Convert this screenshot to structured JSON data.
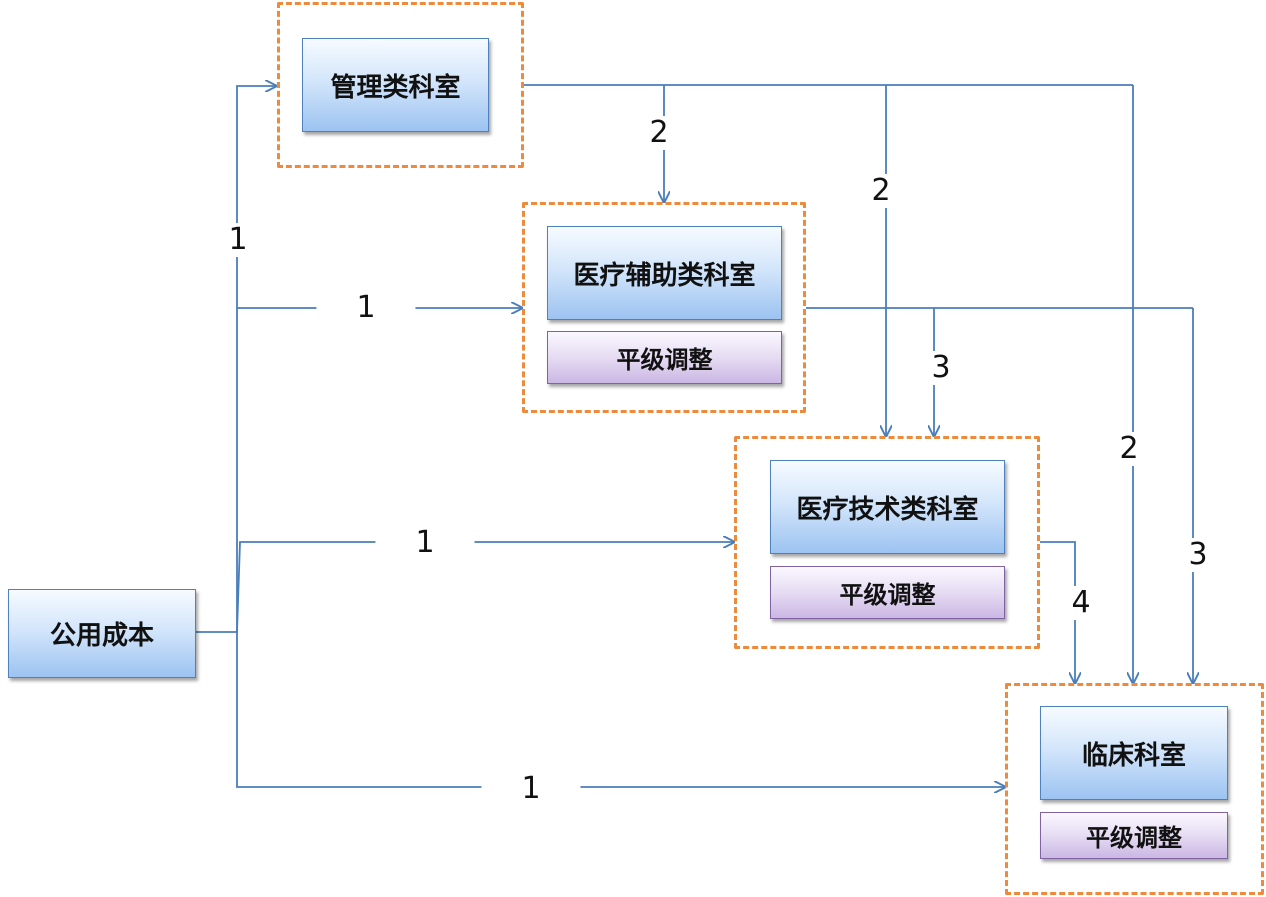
{
  "nodes": {
    "public_cost": "公用成本",
    "admin": "管理类科室",
    "aux": "医疗辅助类科室",
    "tech": "医疗技术类科室",
    "clinical": "临床科室"
  },
  "adjustment_label": "平级调整",
  "step_labels": {
    "public_to_admin": "1",
    "public_to_aux": "1",
    "public_to_tech": "1",
    "public_to_clinical": "1",
    "admin_to_aux": "2",
    "admin_to_tech": "2",
    "admin_to_clinical": "2",
    "aux_to_tech": "3",
    "aux_to_clinical": "3",
    "tech_to_clinical": "4"
  },
  "colors": {
    "connector": "#4a7ebb",
    "group_border": "#ee8a3c",
    "node_border": "#4f81bd",
    "adjust_border": "#8064a2"
  }
}
